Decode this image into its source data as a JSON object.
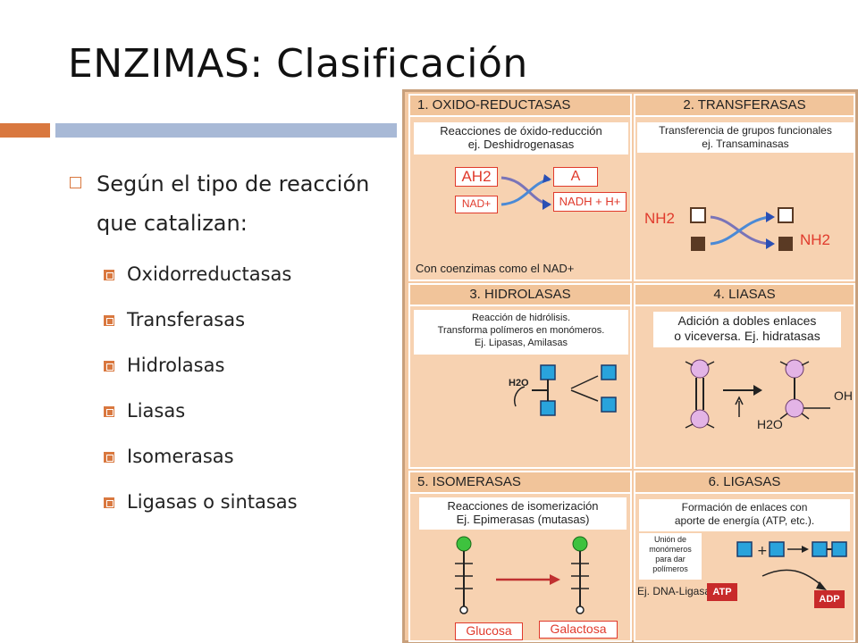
{
  "slide": {
    "title": "ENZIMAS: Clasificación",
    "main_bullet": "Según el tipo de reacción que catalizan:",
    "sub_bullets": [
      "Oxidorreductasas",
      "Transferasas",
      "Hidrolasas",
      "Liasas",
      "Isomerasas",
      "Ligasas o sintasas"
    ],
    "colors": {
      "accent_orange": "#d9783f",
      "accent_blue": "#a8b9d6",
      "figure_bg": "#f4c9a3"
    }
  },
  "figure": {
    "p1": {
      "head": "1. OXIDO-REDUCTASAS",
      "desc": "Reacciones de óxido-reducción\nej. Deshidrogenasas",
      "ah2": "AH2",
      "a": "A",
      "nad": "NAD+",
      "nadh": "NADH + H+",
      "foot": "Con coenzimas como el NAD+"
    },
    "p2": {
      "head": "2. TRANSFERASAS",
      "desc": "Transferencia de grupos funcionales\nej. Transaminasas",
      "nh2_left": "NH2",
      "nh2_right": "NH2"
    },
    "p3": {
      "head": "3. HIDROLASAS",
      "desc": "Reacción de hidrólisis.\nTransforma polímeros en monómeros.\nEj. Lipasas, Amilasas",
      "h2o": "H2O"
    },
    "p4": {
      "head": "4. LIASAS",
      "desc": "Adición a dobles enlaces\no viceversa. Ej. hidratasas",
      "oh": "OH",
      "h2o": "H2O"
    },
    "p5": {
      "head": "5. ISOMERASAS",
      "desc": "Reacciones de isomerización\nEj. Epimerasas (mutasas)",
      "glucosa": "Glucosa",
      "galactosa": "Galactosa"
    },
    "p6": {
      "head": "6. LIGASAS",
      "desc": "Formación de enlaces con\naporte de energía (ATP, etc.).",
      "union": "Unión de\nmonómeros\npara dar\npolímeros",
      "dna": "Ej. DNA-Ligasa",
      "atp": "ATP",
      "adp": "ADP"
    }
  }
}
